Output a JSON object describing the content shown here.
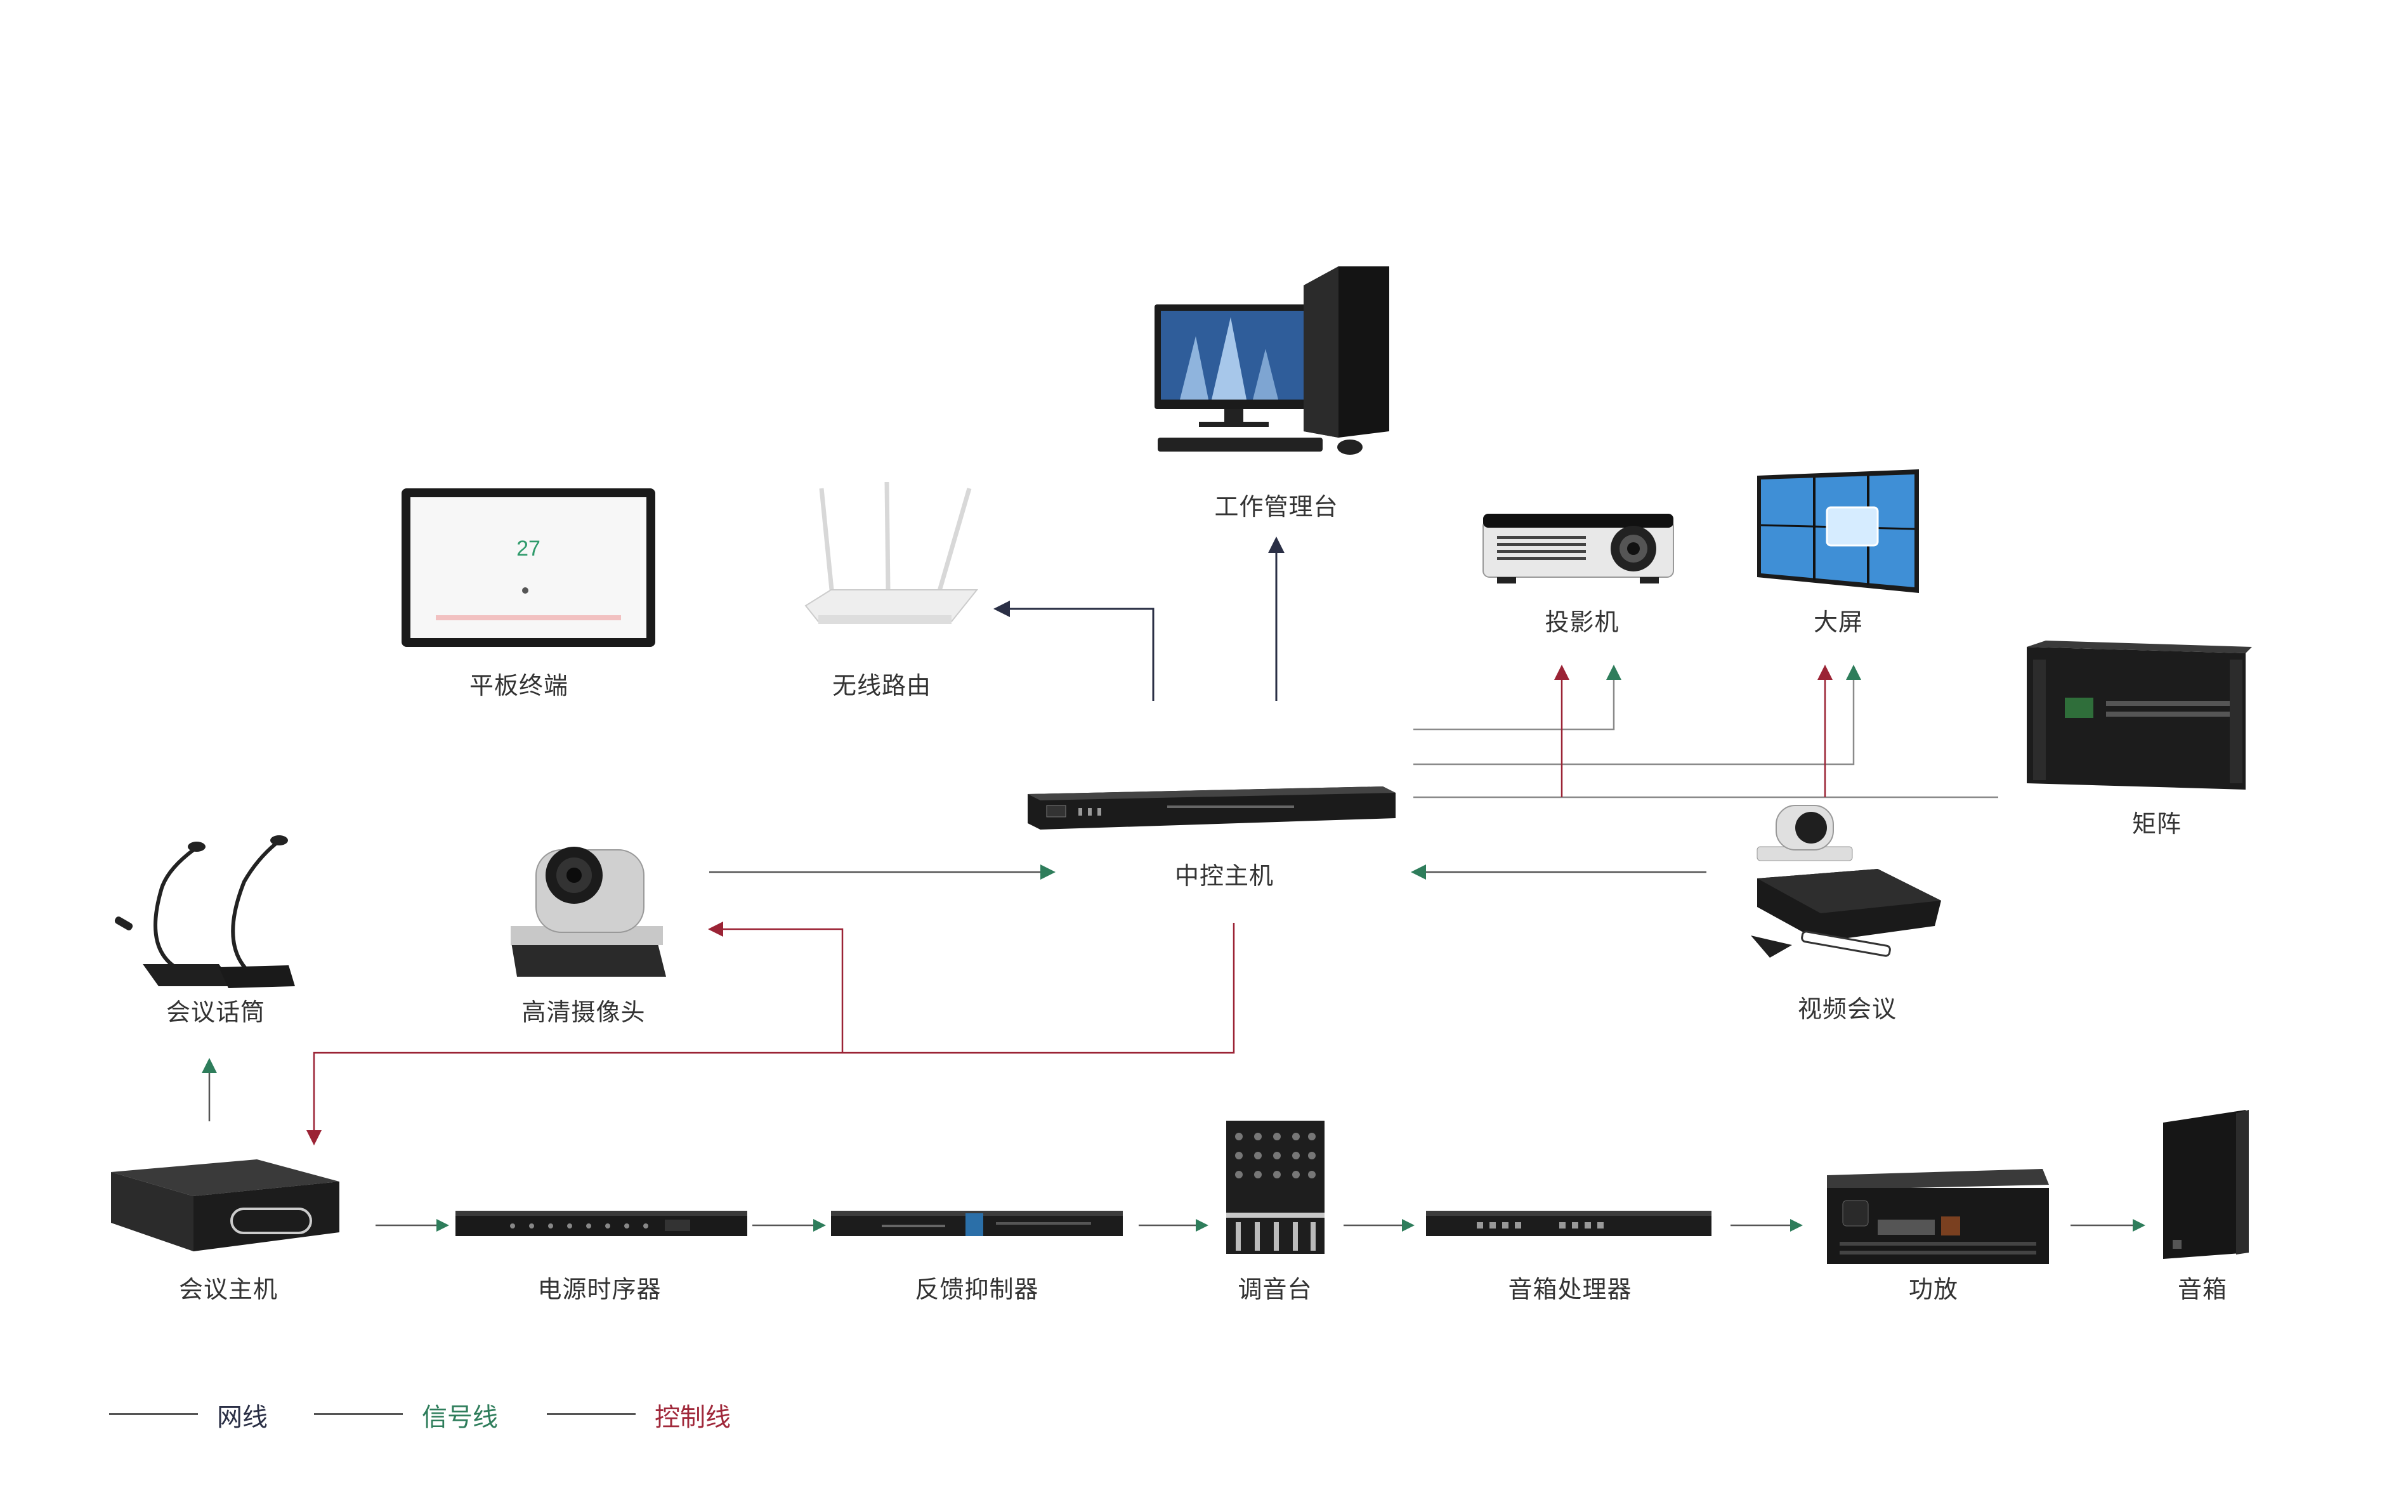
{
  "colors": {
    "network": "#2a2f45",
    "signal": "#2e7d5b",
    "control": "#9b2335",
    "legend_network_text": "#2a2f45",
    "legend_signal_text": "#2e7d5b",
    "legend_control_text": "#a0283a"
  },
  "devices": {
    "workstation": {
      "label": "工作管理台",
      "icon": "desktop-computer-icon"
    },
    "tablet": {
      "label": "平板终端",
      "icon": "tablet-icon",
      "screen_number": "27"
    },
    "router": {
      "label": "无线路由",
      "icon": "wifi-router-icon"
    },
    "projector": {
      "label": "投影机",
      "icon": "projector-icon"
    },
    "big_screen": {
      "label": "大屏",
      "icon": "video-wall-icon"
    },
    "matrix": {
      "label": "矩阵",
      "icon": "matrix-switcher-icon"
    },
    "central_control": {
      "label": "中控主机",
      "icon": "control-host-icon"
    },
    "conference_mic": {
      "label": "会议话筒",
      "icon": "gooseneck-microphone-icon"
    },
    "hd_camera": {
      "label": "高清摄像头",
      "icon": "ptz-camera-icon"
    },
    "video_conference": {
      "label": "视频会议",
      "icon": "video-conference-icon"
    },
    "conference_host": {
      "label": "会议主机",
      "icon": "conference-host-icon"
    },
    "power_sequencer": {
      "label": "电源时序器",
      "icon": "power-sequencer-icon"
    },
    "feedback_suppressor": {
      "label": "反馈抑制器",
      "icon": "feedback-suppressor-icon"
    },
    "mixer": {
      "label": "调音台",
      "icon": "mixing-console-icon"
    },
    "audio_processor": {
      "label": "音箱处理器",
      "icon": "audio-processor-icon"
    },
    "amplifier": {
      "label": "功放",
      "icon": "power-amplifier-icon"
    },
    "speaker": {
      "label": "音箱",
      "icon": "speaker-icon"
    }
  },
  "legend": {
    "network": "网线",
    "signal": "信号线",
    "control": "控制线"
  }
}
